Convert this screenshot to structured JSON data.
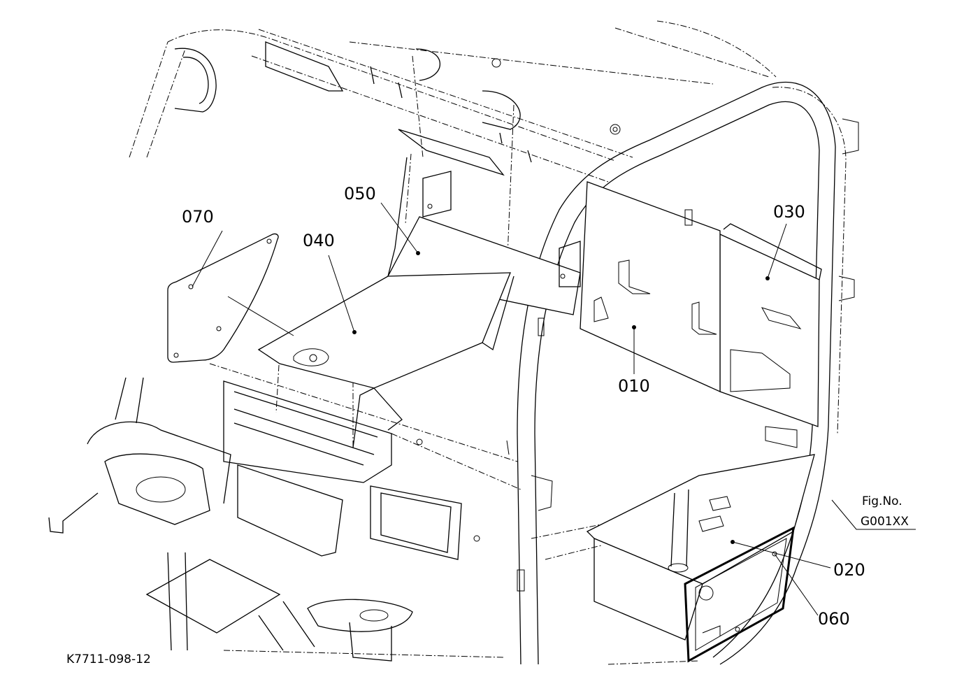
{
  "callouts": [
    {
      "id": "070",
      "text": "070"
    },
    {
      "id": "050",
      "text": "050"
    },
    {
      "id": "040",
      "text": "040"
    },
    {
      "id": "030",
      "text": "030"
    },
    {
      "id": "010",
      "text": "010"
    },
    {
      "id": "020",
      "text": "020"
    },
    {
      "id": "060",
      "text": "060"
    }
  ],
  "figure": {
    "fig_no_label": "Fig.No.",
    "fig_no_value": "G001XX"
  },
  "drawing_number": "K7711-098-12"
}
